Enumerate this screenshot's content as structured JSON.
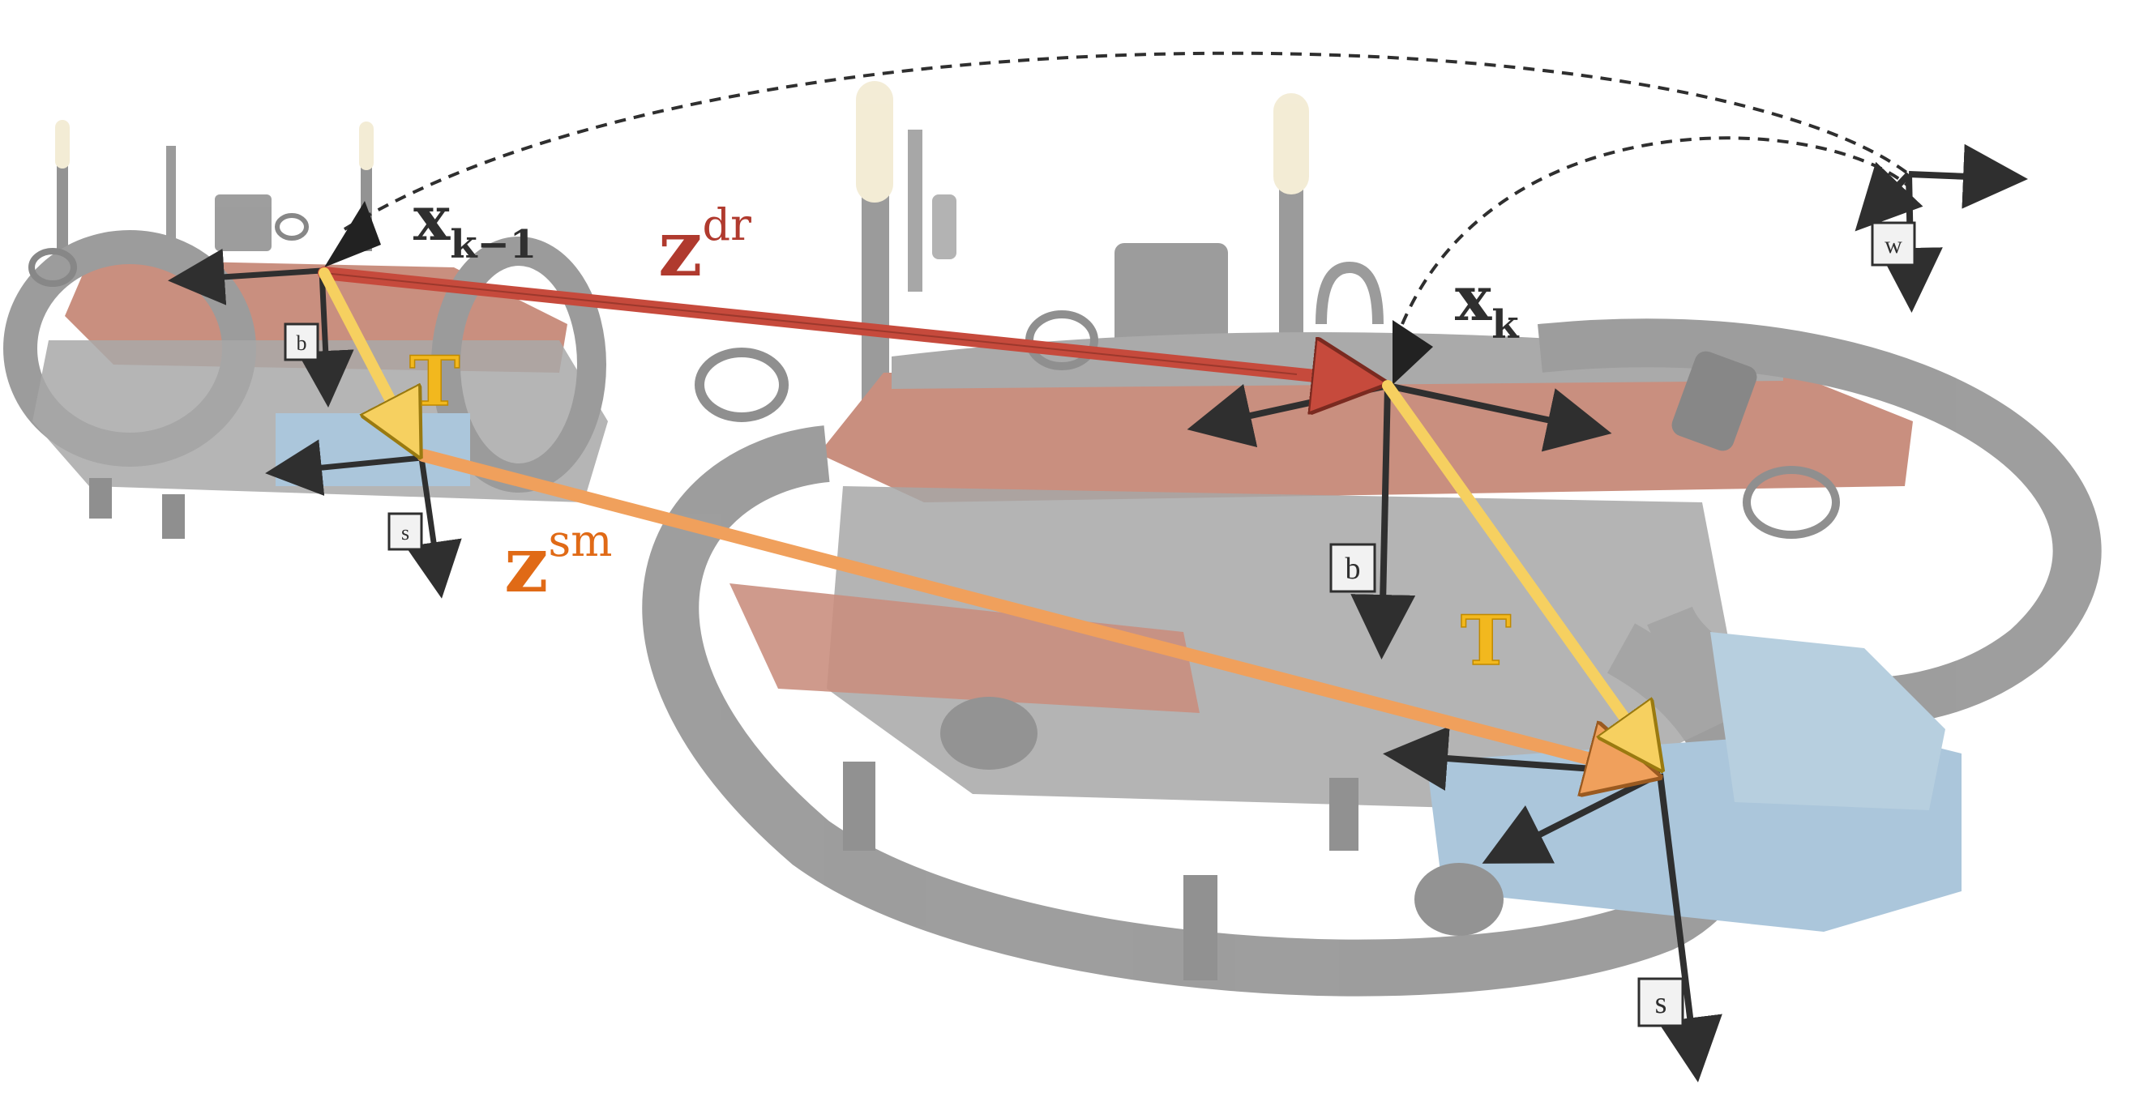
{
  "labels": {
    "pose_prev": {
      "main": "x",
      "sub": "k−1"
    },
    "pose_curr": {
      "main": "x",
      "sub": "k"
    },
    "z_dr": {
      "main": "z",
      "sup": "dr"
    },
    "z_sm": {
      "main": "z",
      "sup": "sm"
    },
    "transform_left": "T",
    "transform_right": "T"
  },
  "frames": {
    "world": "w",
    "body_left": "b",
    "sensor_left": "s",
    "body_right": "b",
    "sensor_right": "s"
  },
  "colors": {
    "z_dr": "#b03a2e",
    "z_dr_arrow": "#c64a3c",
    "z_sm": "#e06a16",
    "z_sm_arrow": "#f0a05c",
    "transform": "#f2b81e",
    "transform_arrow": "#f6d060",
    "axis": "#2f2f2f",
    "vehicle_gray": "#8a8a8a",
    "vehicle_red": "#b86a55",
    "vehicle_blue": "#8fb3cf"
  }
}
